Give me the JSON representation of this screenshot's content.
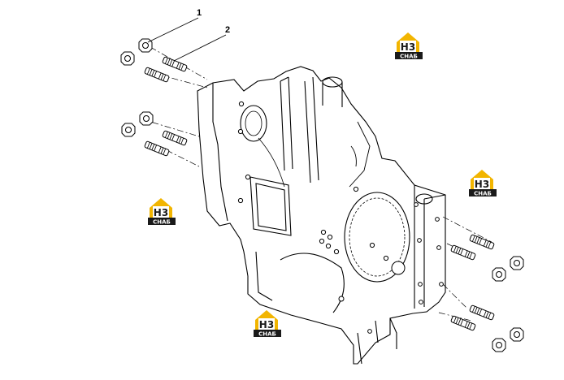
{
  "diagram": {
    "callouts": [
      {
        "label": "1"
      },
      {
        "label": "2"
      }
    ]
  },
  "watermark": {
    "mark": "H3",
    "word": "CHAБ",
    "colors": {
      "accent": "#f2b500",
      "dark": "#1a1a1a",
      "light": "#ffffff"
    }
  },
  "colors": {
    "line": "#000000",
    "background": "#ffffff"
  }
}
